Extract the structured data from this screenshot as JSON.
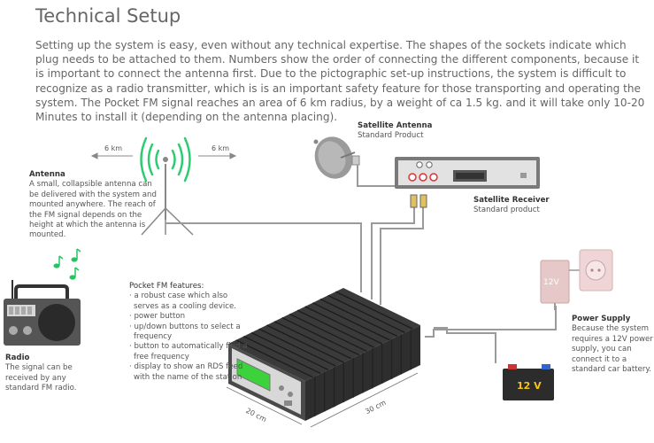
{
  "title": "Technical Setup",
  "intro": "Setting up the system is easy, even without any technical expertise. The shapes of the sockets indicate which plug needs to be attached to them. Numbers show the order of connecting the different components, because it is important to connect the antenna first. Due to the pictographic set-up instructions, the system is difficult to recognize as a radio transmitter, which is is an important safety feature for those transporting and operating the system. The Pocket FM signal reaches an area of 6 km radius, by a weight of  ca 1.5 kg. and it will take only 10-20 Minutes to install it (depending on the antenna placing).",
  "antenna": {
    "title": "Antenna",
    "text": "A small, collapsible antenna can be delivered with the system and mounted anywhere. The reach of the FM signal depends on the height at which the antenna is mounted.",
    "range_left": "6 km",
    "range_right": "6 km"
  },
  "satellite_antenna": {
    "title": "Satellite Antenna",
    "text": "Standard Product"
  },
  "satellite_receiver": {
    "title": "Satellite Receiver",
    "text": "Standard product"
  },
  "radio": {
    "title": "Radio",
    "text": "The signal can be received by any standard FM radio."
  },
  "pocket_fm": {
    "title": "Pocket FM features:",
    "features": [
      "· a robust case which also serves as a cooling device.",
      "· power button",
      "· up/down buttons to select a frequency",
      "· button to automatically find a free frequency",
      "· display to show an RDS feed with the name of the station"
    ],
    "dim_width": "20 cm",
    "dim_length": "30 cm"
  },
  "power_supply": {
    "title": "Power Supply",
    "text": "Because the system requires a 12V power supply, you can connect it to a standard car battery.",
    "adapter_label": "12V"
  },
  "battery": {
    "label": "12 V"
  },
  "colors": {
    "antenna_wave": "#2ecc71",
    "display_green": "#3cd23c",
    "note_green": "#22c55e",
    "case_dark": "#2b2b2b",
    "battery_yellow": "#f5c518"
  }
}
